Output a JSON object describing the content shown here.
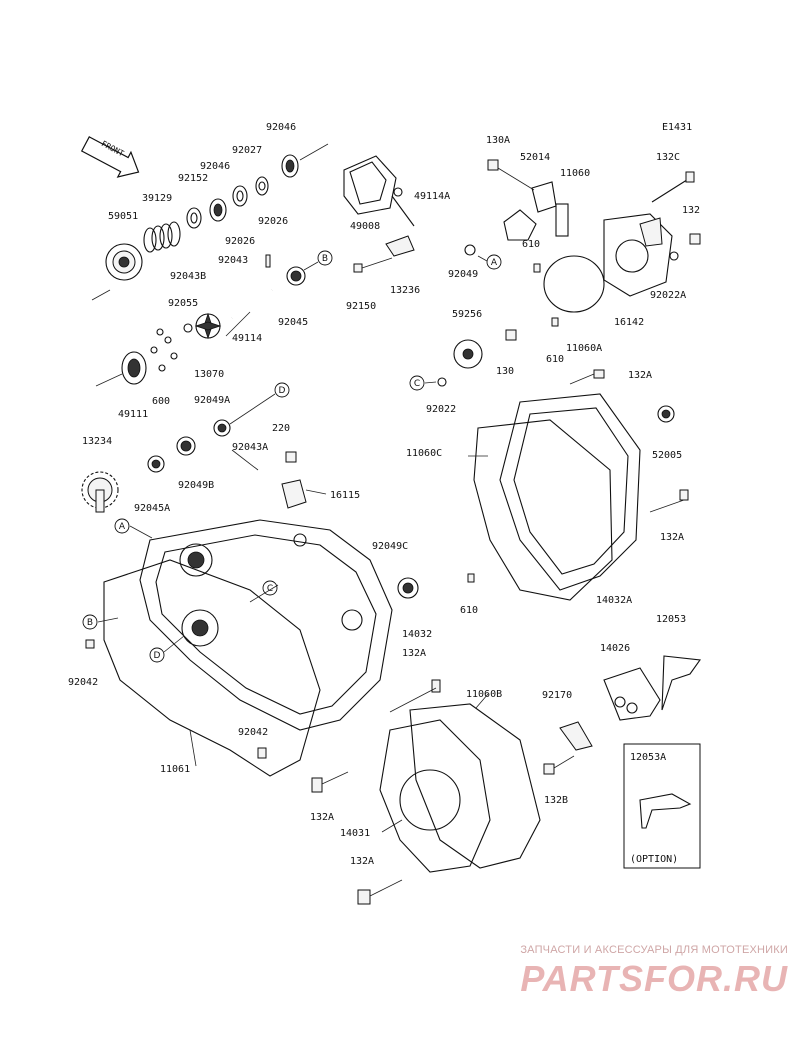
{
  "diagram_code": "E1431",
  "front_label": "FRONT",
  "option_label": "(OPTION)",
  "labels": {
    "p92046_top": "92046",
    "p92027": "92027",
    "p92152": "92152",
    "p92046_mid": "92046",
    "p39129": "39129",
    "p59051": "59051",
    "p92026_a": "92026",
    "p92026_b": "92026",
    "p92043": "92043",
    "p92043B": "92043B",
    "p49008": "49008",
    "p49114A": "49114A",
    "p92055": "92055",
    "p13070": "13070",
    "p92045": "92045",
    "p49114": "49114",
    "p92150": "92150",
    "p13236": "13236",
    "p600": "600",
    "p49111": "49111",
    "p92049A": "92049A",
    "p220": "220",
    "p92043A": "92043A",
    "p13234": "13234",
    "p92049B": "92049B",
    "p92045A": "92045A",
    "p16115": "16115",
    "p92049C": "92049C",
    "p14032": "14032",
    "p132A_1": "132A",
    "p92042_a": "92042",
    "p92042_b": "92042",
    "p11061": "11061",
    "p130A": "130A",
    "p52014": "52014",
    "p11060": "11060",
    "p132C": "132C",
    "p132": "132",
    "p610_a": "610",
    "p92049": "92049",
    "p92022A": "92022A",
    "p16142": "16142",
    "p59256": "59256",
    "p610_b": "610",
    "p11060A": "11060A",
    "p130": "130",
    "p132A_2": "132A",
    "p92022": "92022",
    "p52005": "52005",
    "p11060C": "11060C",
    "p132A_3": "132A",
    "p610_c": "610",
    "p14032A": "14032A",
    "p12053": "12053",
    "p14026": "14026",
    "p11060B": "11060B",
    "p92170": "92170",
    "p132A_4": "132A",
    "p14031": "14031",
    "p132B": "132B",
    "p12053A": "12053A",
    "p132A_5": "132A"
  },
  "callouts": {
    "A1": "A",
    "A2": "A",
    "B1": "B",
    "B2": "B",
    "C1": "C",
    "C2": "C",
    "D1": "D",
    "D2": "D"
  },
  "watermark": {
    "tagline": "ЗАПЧАСТИ И АКСЕССУАРЫ ДЛЯ МОТОТЕХНИКИ",
    "logo": "PARTSFOR.RU"
  }
}
